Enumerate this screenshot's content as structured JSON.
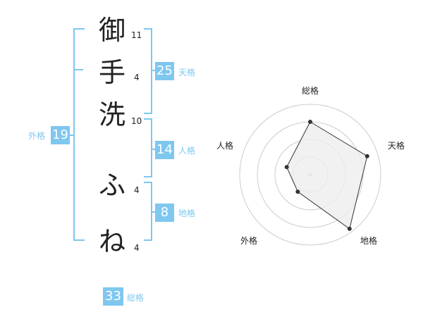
{
  "characters": [
    {
      "char": "御",
      "strokes": "11"
    },
    {
      "char": "手",
      "strokes": "4"
    },
    {
      "char": "洗",
      "strokes": "10"
    },
    {
      "char": "ふ",
      "strokes": "4"
    },
    {
      "char": "ね",
      "strokes": "4"
    }
  ],
  "fortunes": {
    "tenkaku": {
      "value": "25",
      "label": "天格"
    },
    "jinkaku": {
      "value": "14",
      "label": "人格"
    },
    "chikaku": {
      "value": "8",
      "label": "地格"
    },
    "gaikaku": {
      "value": "19",
      "label": "外格"
    },
    "soukaku": {
      "value": "33",
      "label": "総格"
    }
  },
  "chart_data": {
    "type": "radar",
    "axes": [
      "総格",
      "天格",
      "地格",
      "外格",
      "人格"
    ],
    "values": [
      0.75,
      0.85,
      0.95,
      0.3,
      0.35
    ],
    "rings": 4,
    "colors": {
      "accent": "#7ec7ef",
      "fill": "#eeeeee",
      "line": "#333333",
      "grid": "#cccccc"
    }
  }
}
